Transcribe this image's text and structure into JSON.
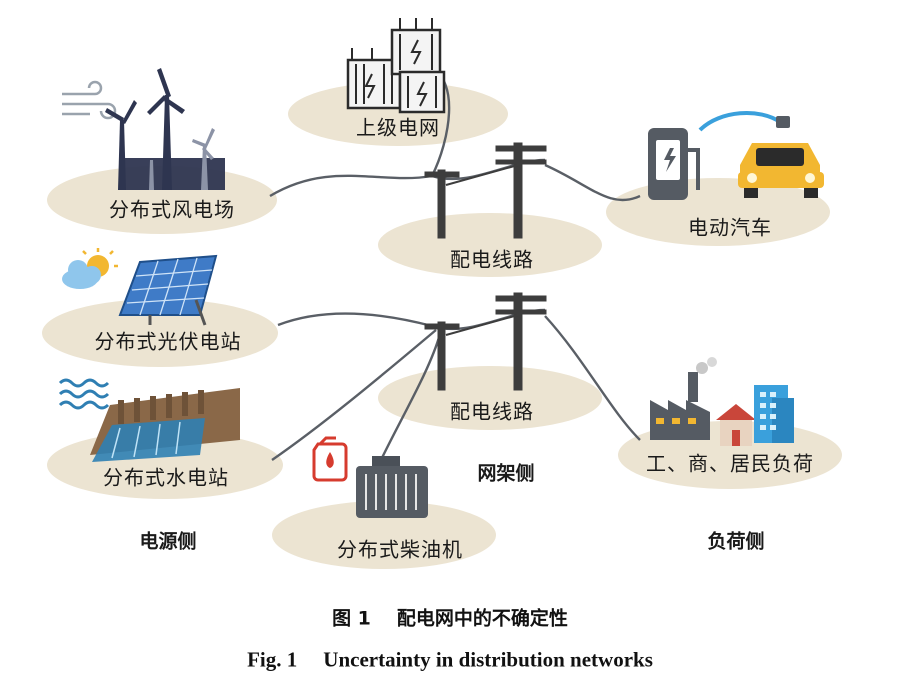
{
  "nodes": {
    "grid": "上级电网",
    "wind": "分布式风电场",
    "line_top": "配电线路",
    "ev": "电动汽车",
    "pv": "分布式光伏电站",
    "line_bottom": "配电线路",
    "hydro": "分布式水电站",
    "diesel": "分布式柴油机",
    "load": "工、商、居民负荷"
  },
  "sides": {
    "source": "电源侧",
    "network": "网架侧",
    "load": "负荷侧"
  },
  "caption": {
    "cn_number": "图 1",
    "cn_text": "配电网中的不确定性",
    "en_number": "Fig. 1",
    "en_text": "Uncertainty in distribution networks"
  },
  "colors": {
    "ellipse": "#ece4d2",
    "wire": "#5a5f66",
    "pole": "#3d3d3d",
    "wind_tower": "#2e3550",
    "pv_panel": "#3f7bc7",
    "hydro_dam": "#8a6848",
    "water": "#2f7fb3",
    "car": "#f2b731",
    "diesel_icon": "#d63b2e",
    "building_blue": "#3aa0dc",
    "house_red": "#c9463a"
  }
}
